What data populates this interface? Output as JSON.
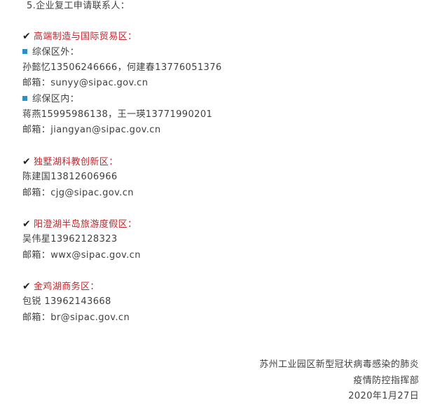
{
  "section_title": "5.企业复工申请联系人：",
  "zones": [
    {
      "name": "高端制造与国际贸易区：",
      "sub_a_label": "综保区外：",
      "sub_a_contacts": "孙懿忆13506246666，何建春13776051376",
      "sub_a_email": "邮箱：sunyy@sipac.gov.cn",
      "sub_b_label": "综保区内：",
      "sub_b_contacts": "蒋燕15995986138，王一瑛13771990201",
      "sub_b_email": "邮箱：jiangyan@sipac.gov.cn"
    },
    {
      "name": "独墅湖科教创新区：",
      "contacts": "陈建国13812606966",
      "email": "邮箱：cjg@sipac.gov.cn"
    },
    {
      "name": "阳澄湖半岛旅游度假区：",
      "contacts": "吴伟星13962128323",
      "email": "邮箱：wwx@sipac.gov.cn"
    },
    {
      "name": "金鸡湖商务区：",
      "contacts": "包锐 13962143668",
      "email": "邮箱：br@sipac.gov.cn"
    }
  ],
  "footer": {
    "line1": "苏州工业园区新型冠状病毒感染的肺炎",
    "line2": "疫情防控指挥部",
    "line3": "2020年1月27日"
  },
  "icons": {
    "check": "check-mark-icon",
    "bullet": "blue-square-bullet-icon"
  },
  "colors": {
    "heading": "#c0272d",
    "bullet": "#2f8fc3",
    "text": "#3f3f3f"
  }
}
